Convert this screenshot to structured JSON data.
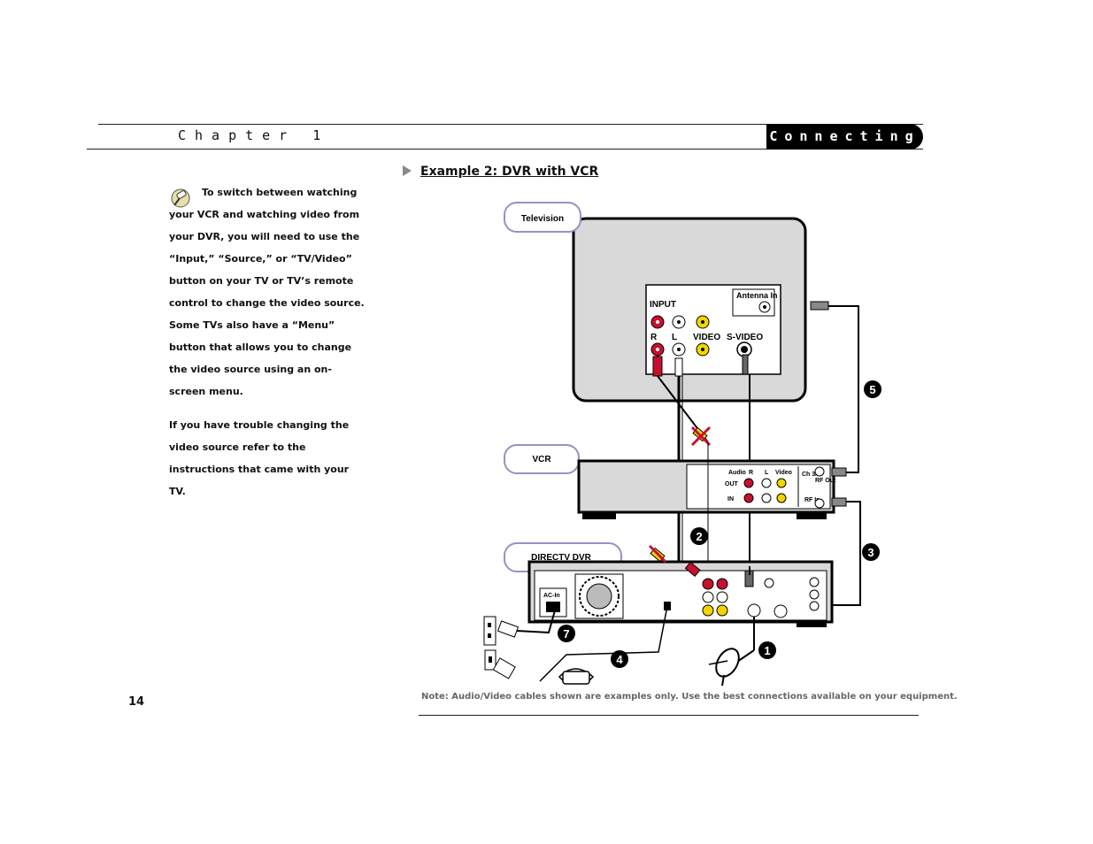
{
  "header": {
    "chapter": "Chapter 1",
    "section": "Connecting"
  },
  "sidebar": {
    "tip_paragraph_1": "To switch between watching your VCR and watching video from your DVR, you will need to use the “Input,” “Source,” or “TV/Video” button on your TV or TV’s remote control to change the video source. Some TVs also have a “Menu” button that allows you to change the video source using an on-screen menu.",
    "tip_paragraph_2": "If you have trouble changing the video source refer to the instructions that came with your TV."
  },
  "page_number": "14",
  "example": {
    "title": "Example 2: DVR with VCR"
  },
  "diagram": {
    "tv_label": "Television",
    "vcr_label": "VCR",
    "dvr_label": "DIRECTV DVR",
    "tv_panel": {
      "input": "INPUT",
      "antenna": "Antenna In",
      "r": "R",
      "l": "L",
      "video": "VIDEO",
      "svideo": "S-VIDEO"
    },
    "vcr_panel": {
      "audio": "Audio",
      "r": "R",
      "l": "L",
      "video": "Video",
      "out": "OUT",
      "in": "IN",
      "ch": "Ch 3/4",
      "rf_out": "RF Out",
      "rf_in": "RF In"
    },
    "dvr_panel": {
      "ac_in": "AC-In"
    },
    "steps": [
      "1",
      "2",
      "3",
      "4",
      "5",
      "7"
    ],
    "colors": {
      "red": "#c8102e",
      "white": "#ffffff",
      "yellow": "#f2d500",
      "panel_gray": "#d9d9d9"
    }
  },
  "note": "Note: Audio/Video cables shown are examples only. Use the best connections available on your equipment."
}
